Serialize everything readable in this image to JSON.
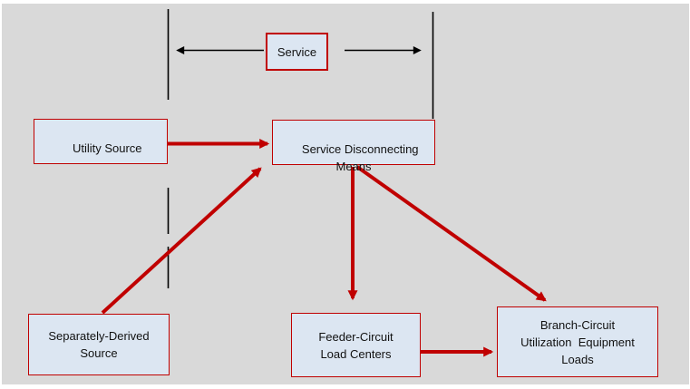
{
  "diagram": {
    "nodes": {
      "service": {
        "label": "Service"
      },
      "utility_source": {
        "label": "Utility Source"
      },
      "service_disconnecting_means": {
        "label": "Service Disconnecting\nMeans"
      },
      "separately_derived_source": {
        "label": "Separately-Derived\nSource"
      },
      "feeder_circuit_load_centers": {
        "label": "Feeder-Circuit\nLoad Centers"
      },
      "branch_circuit_loads": {
        "label": "Branch-Circuit\nUtilization  Equipment\nLoads"
      }
    },
    "connections": [
      {
        "id": "service-span-left",
        "from": "service-label",
        "to": "left-service-boundary",
        "style": "black-arrow"
      },
      {
        "id": "service-span-right",
        "from": "service-label",
        "to": "right-service-boundary",
        "style": "black-arrow"
      },
      {
        "id": "utility-to-sdm",
        "from": "utility_source",
        "to": "service_disconnecting_means",
        "style": "red-arrow"
      },
      {
        "id": "sds-to-sdm",
        "from": "separately_derived_source",
        "to": "service_disconnecting_means",
        "style": "red-arrow"
      },
      {
        "id": "sdm-to-feeder",
        "from": "service_disconnecting_means",
        "to": "feeder_circuit_load_centers",
        "style": "red-arrow"
      },
      {
        "id": "sdm-to-branch",
        "from": "service_disconnecting_means",
        "to": "branch_circuit_loads",
        "style": "red-arrow"
      },
      {
        "id": "feeder-to-branch",
        "from": "feeder_circuit_load_centers",
        "to": "branch_circuit_loads",
        "style": "red-arrow"
      }
    ],
    "colors": {
      "canvas_background": "#d9d9d9",
      "page_background": "#ffffff",
      "node_fill": "#dce6f2",
      "node_border": "#c00000",
      "red_arrow": "#c00000",
      "black_line": "#000000",
      "text": "#111111"
    }
  }
}
